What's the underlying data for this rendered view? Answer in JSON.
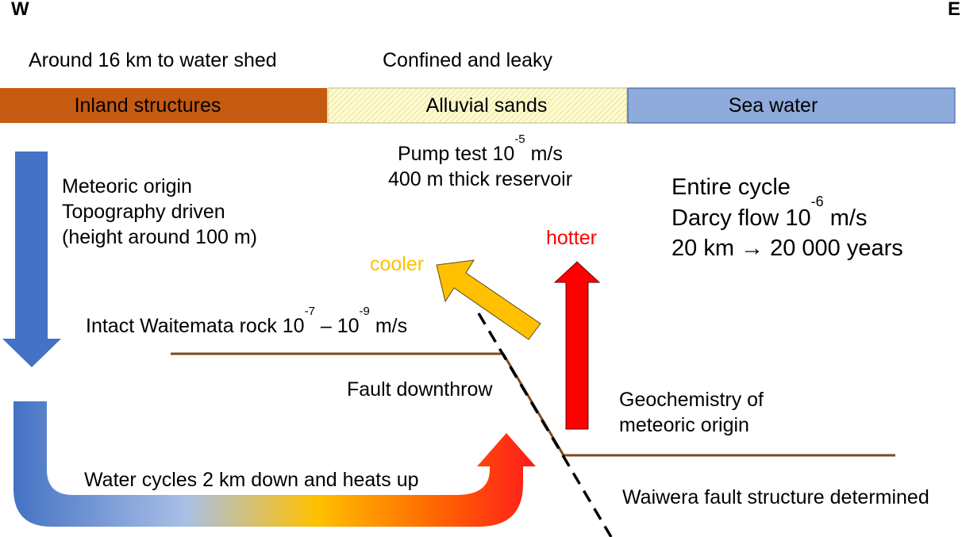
{
  "compass": {
    "west": "W",
    "east": "E"
  },
  "header": {
    "left_note": "Around 16 km to water shed",
    "middle_note": "Confined and leaky"
  },
  "bands": {
    "inland": "Inland structures",
    "alluvial": "Alluvial sands",
    "sea": "Sea water"
  },
  "pump_test": {
    "line1_prefix": "Pump test 10",
    "line1_exp": "-5",
    "line1_suffix": " m/s",
    "line2": "400 m thick reservoir"
  },
  "meteoric": {
    "line1": "Meteoric origin",
    "line2": "Topography driven",
    "line3": "(height around 100 m)"
  },
  "cycle": {
    "line1": "Entire cycle",
    "line2_prefix": "Darcy flow 10",
    "line2_exp": "-6",
    "line2_suffix": " m/s",
    "line3_a": "20 km ",
    "line3_arrow": "→",
    "line3_b": " 20 000 years"
  },
  "labels": {
    "hotter": "hotter",
    "cooler": "cooler",
    "intact_prefix": "Intact Waitemata rock 10",
    "intact_exp1": "-7",
    "intact_mid": " – 10",
    "intact_exp2": "-9",
    "intact_suffix": " m/s",
    "fault_downthrow": "Fault downthrow",
    "geochem_line1": "Geochemistry of",
    "geochem_line2": "meteoric origin",
    "water_cycles": "Water cycles 2 km down and heats up",
    "waiwera": "Waiwera fault structure determined"
  },
  "colors": {
    "inland_band": "#c55a11",
    "alluvial_band": "#fffbd0",
    "sea_band": "#8faadc",
    "blue_arrow": "#4472c4",
    "cooler": "#ffc000",
    "hotter": "#ff0000",
    "strata": "#7f4a1c"
  }
}
